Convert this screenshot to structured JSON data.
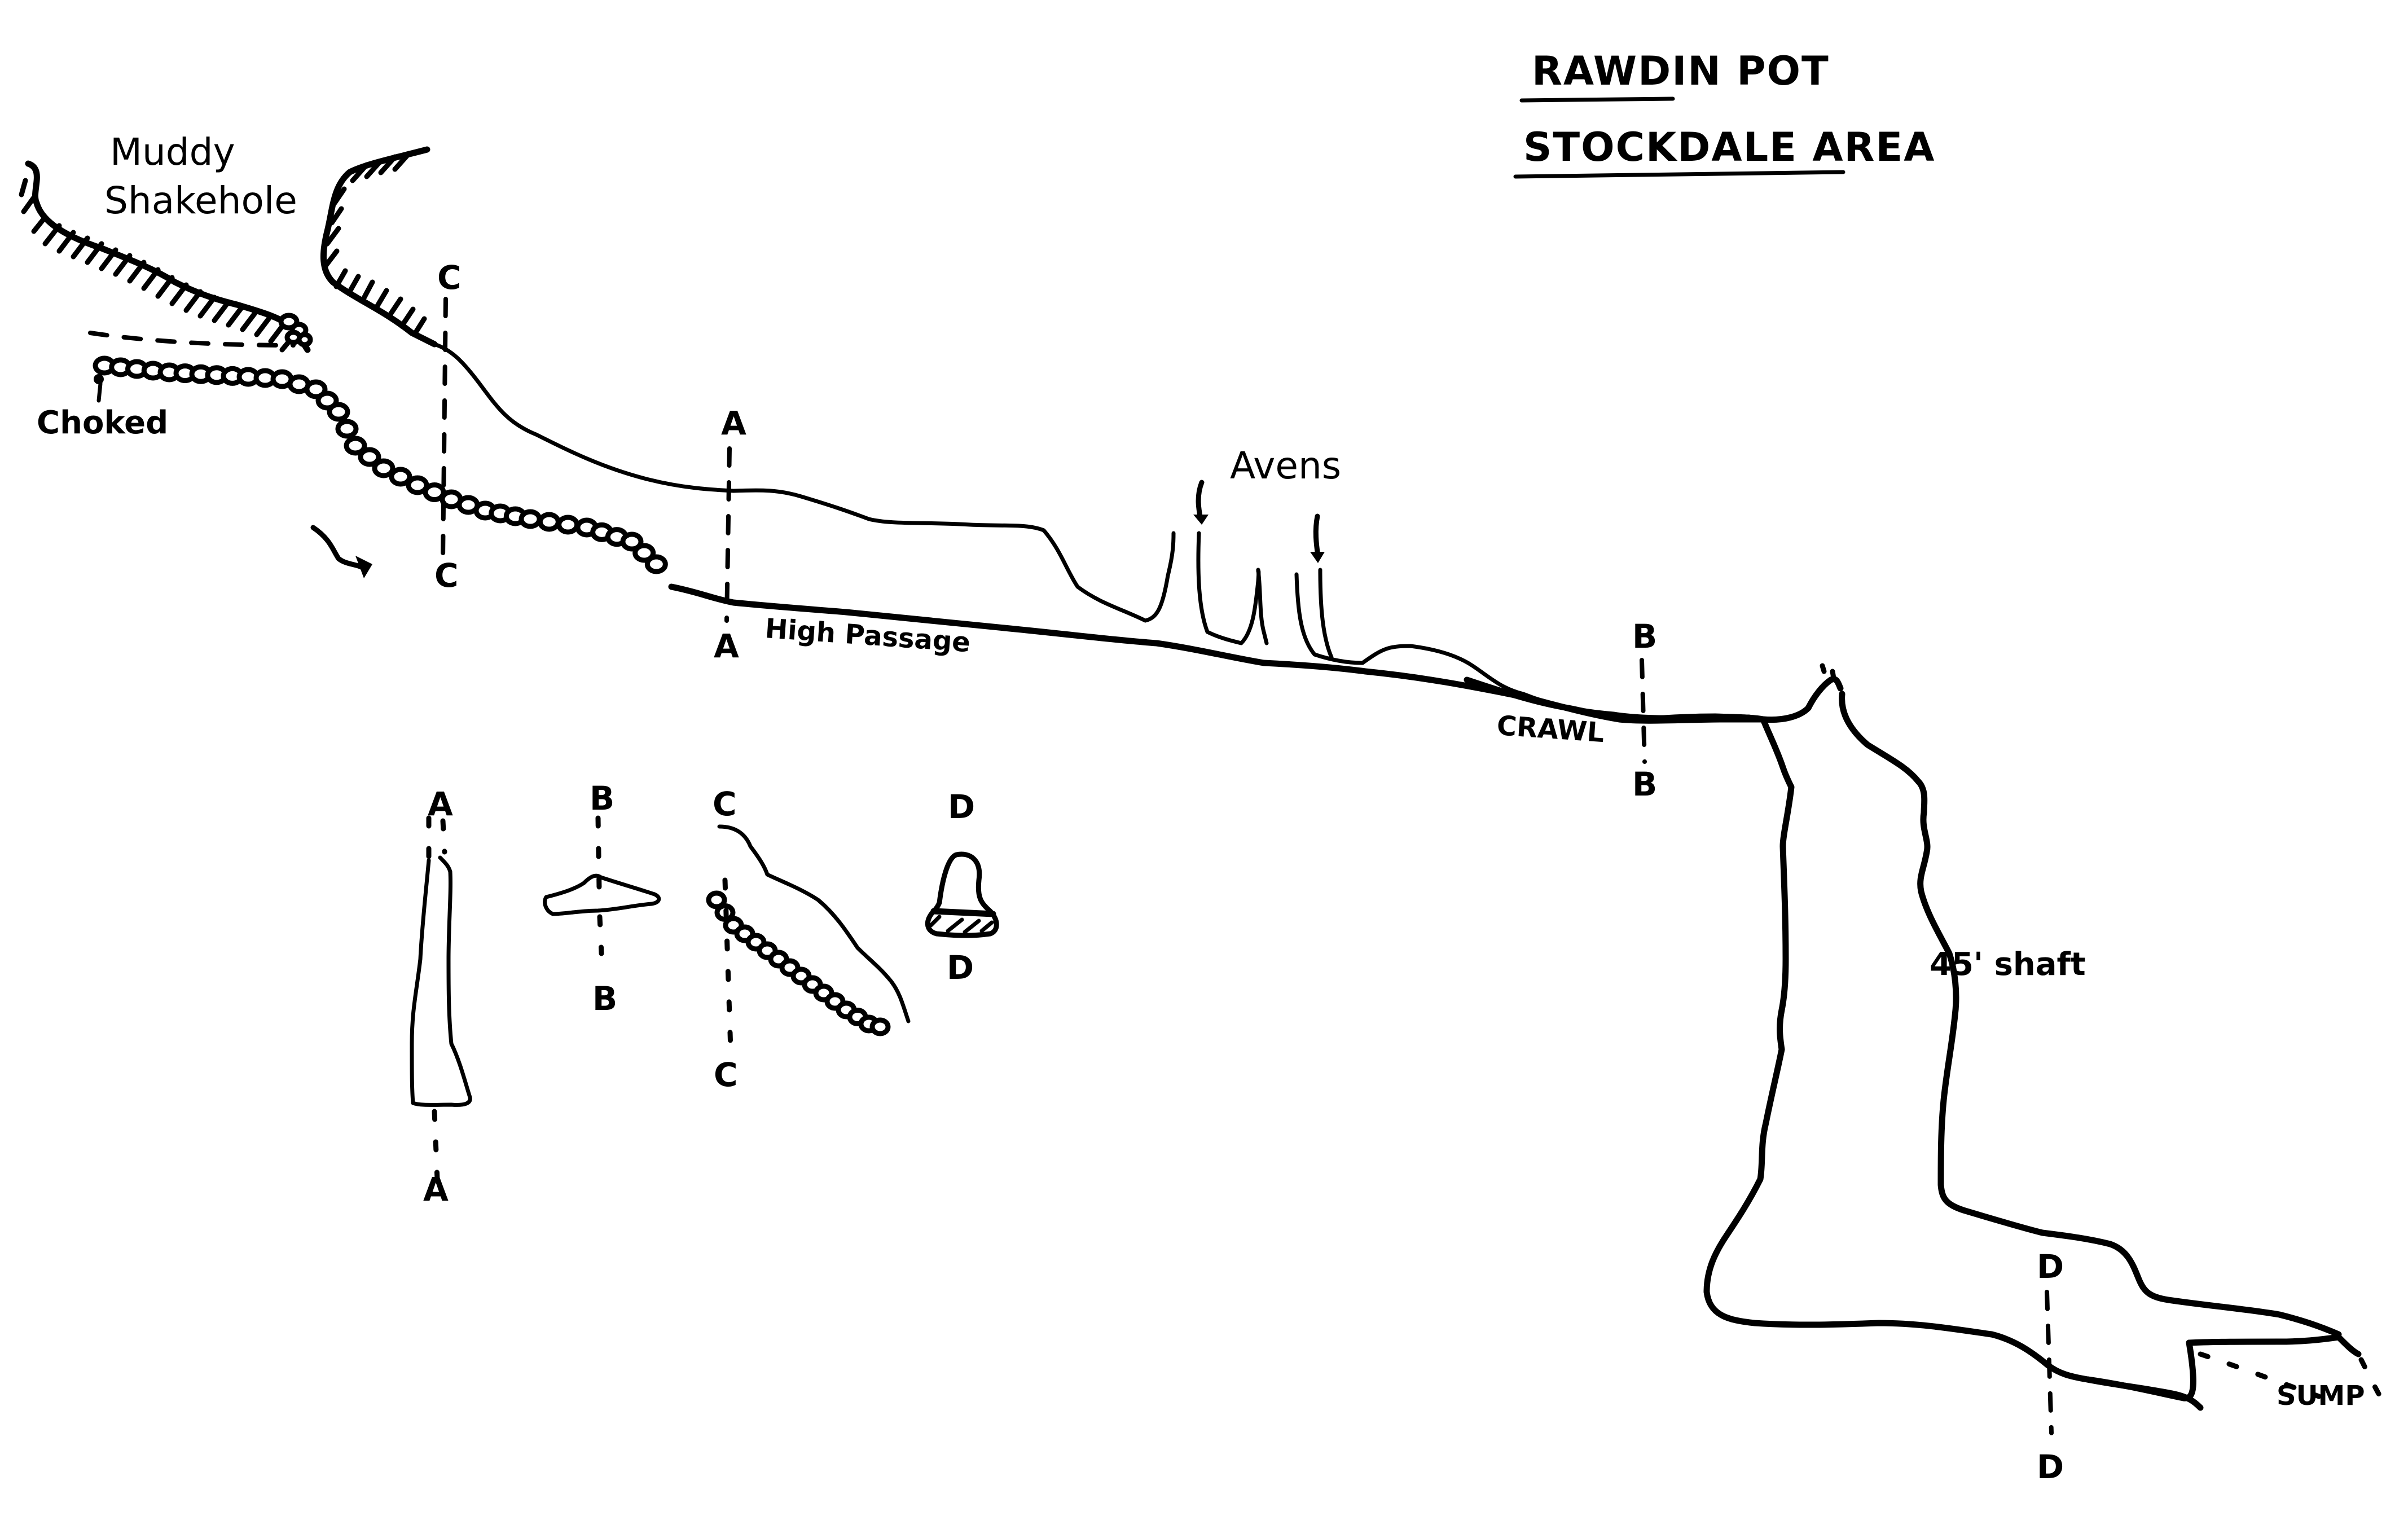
{
  "title": {
    "cave_name": "RAWDIN POT",
    "area": "STOCKDALE AREA"
  },
  "elevation_labels": {
    "entrance": "Muddy\nShakehole",
    "entrance_line1": "Muddy",
    "entrance_line2": "Shakehole",
    "choked": "Choked",
    "high_passage": "High Passage",
    "avens": "Avens",
    "crawl": "CRAWL",
    "shaft": "45' shaft",
    "sump": "SUMP"
  },
  "section_markers": [
    {
      "id": "A",
      "top": "A",
      "bottom": "A"
    },
    {
      "id": "B",
      "top": "B",
      "bottom": "B"
    },
    {
      "id": "C",
      "top": "C",
      "bottom": "C"
    },
    {
      "id": "D",
      "top": "D",
      "bottom": "D"
    }
  ],
  "cross_sections": [
    {
      "id": "A",
      "top": "A",
      "bottom": "A",
      "shape": "tall-narrow-rift"
    },
    {
      "id": "B",
      "top": "B",
      "bottom": "B",
      "shape": "low-flat-bedding"
    },
    {
      "id": "C",
      "top": "C",
      "bottom": "C",
      "shape": "sloping-boulder-floor"
    },
    {
      "id": "D",
      "top": "D",
      "bottom": "D",
      "shape": "bell-with-hatched-floor"
    }
  ],
  "colors": {
    "ink": "#000000",
    "paper": "#ffffff"
  }
}
